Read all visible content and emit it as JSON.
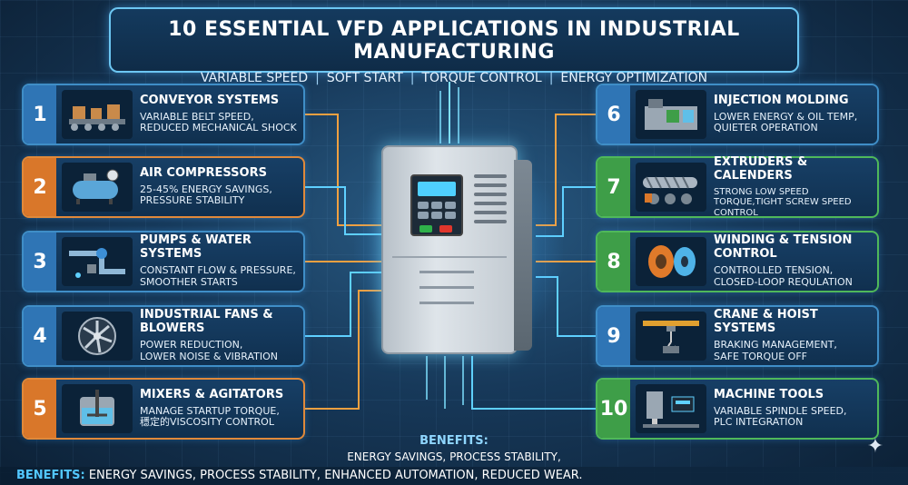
{
  "header": {
    "title": "10 ESSENTIAL VFD APPLICATIONS IN INDUSTRIAL MANUFACTURING",
    "subtitles": [
      "VARIABLE SPEED",
      "SOFT START",
      "TORQUE CONTROL",
      "ENERGY OPTIMIZATION"
    ],
    "separator": "|"
  },
  "left_cards": [
    {
      "num": "1",
      "title": "CONVEYOR SYSTEMS",
      "desc1": "VARIABLE BELT SPEED,",
      "desc2": "REDUCED MECHANICAL SHOCK",
      "icon": "conveyor-icon",
      "color": "#2f75b5"
    },
    {
      "num": "2",
      "title": "AIR COMPRESSORS",
      "desc1": "25-45% ENERGY SAVINGS,",
      "desc2": "PRESSURE STABILITY",
      "icon": "compressor-icon",
      "color": "#d9772a"
    },
    {
      "num": "3",
      "title": "PUMPS & WATER SYSTEMS",
      "desc1": "CONSTANT FLOW & PRESSURE,",
      "desc2": "SMOOTHER STARTS",
      "icon": "pump-pipes-icon",
      "color": "#2f75b5"
    },
    {
      "num": "4",
      "title": "INDUSTRIAL FANS & BLOWERS",
      "desc1": "POWER REDUCTION,",
      "desc2": "LOWER NOISE & VIBRATION",
      "icon": "fan-icon",
      "color": "#2f75b5"
    },
    {
      "num": "5",
      "title": "MIXERS & AGITATORS",
      "desc1": "MANAGE STARTUP TORQUE,",
      "desc2": "穩定的VISCOSITY CONTROL",
      "icon": "mixer-tank-icon",
      "color": "#d9772a"
    }
  ],
  "right_cards": [
    {
      "num": "6",
      "title": "INJECTION MOLDING",
      "desc1": "LOWER ENERGY & OIL TEMP,",
      "desc2": "QUIETER OPERATION",
      "icon": "injection-machine-icon",
      "color": "#2f75b5"
    },
    {
      "num": "7",
      "title": "EXTRUDERS & CALENDERS",
      "desc1": "STRONG LOW SPEED",
      "desc2": "TORQUE,Tight Screw SPEED CONTROL",
      "icon": "extruder-screw-icon",
      "color": "#3e9e48"
    },
    {
      "num": "8",
      "title": "WINDING & TENSION CONTROL",
      "desc1": "CONTROLLED TENSION,",
      "desc2": "CLOSED-LOOP REQULATION",
      "icon": "spool-icon",
      "color": "#3e9e48"
    },
    {
      "num": "9",
      "title": "CRANE & HOIST SYSTEMS",
      "desc1": "BRAKING MANAGEMENT,",
      "desc2": "SAFE TORQUE OFF",
      "icon": "crane-hook-icon",
      "color": "#2f75b5"
    },
    {
      "num": "10",
      "title": "MACHINE TOOLS",
      "desc1": "VARIABLE SPINDLE SPEED,",
      "desc2": "PLC INTEGRATION",
      "icon": "cnc-machine-icon",
      "color": "#3e9e48"
    }
  ],
  "center_benefits": {
    "label": "BENEFITS:",
    "text": "ENERGY SAVINGS, PROCESS STABILITY,"
  },
  "footer": {
    "label": "BENEFITS:",
    "text": " ENERGY SAVINGS, PROCESS STABILITY, ENHANCED AUTOMATION, REDUCED WEAR."
  },
  "colors": {
    "accent_blue": "#52c7ff",
    "orange": "#d9772a",
    "green": "#3e9e48",
    "wire_orange": "#f0a040",
    "wire_blue": "#5fd0ff"
  }
}
